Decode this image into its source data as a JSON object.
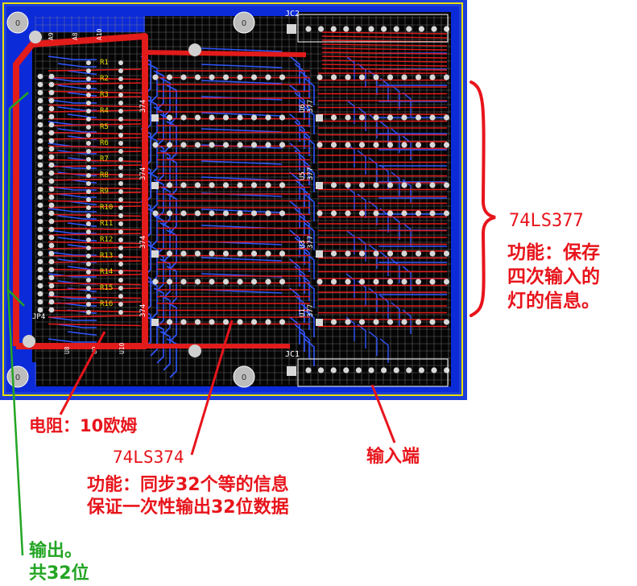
{
  "labels": {
    "jc2": "JC2",
    "jc1": "JC1",
    "corner_hole": "0",
    "chip_377": [
      "U6",
      "U5",
      "U3",
      "U1"
    ],
    "chip_374": [
      "374",
      "374",
      "374",
      "374"
    ],
    "chip_377_tag": "377",
    "resistors": [
      "R1",
      "R2",
      "R3",
      "R4",
      "R5",
      "R6",
      "R7",
      "R8",
      "R9",
      "R10",
      "R11",
      "R12",
      "R13",
      "R14",
      "R15",
      "R16"
    ],
    "output_header": "JP4",
    "top_pins": [
      "A9",
      "A8",
      "A10"
    ],
    "bottom_pins": [
      "U8",
      "U9",
      "U10"
    ]
  },
  "annotations": {
    "ls377_title": "74LS377",
    "ls377_line1": "功能：保存",
    "ls377_line2": "四次输入的",
    "ls377_line3": "灯的信息。",
    "resistor": "电阻：10欧姆",
    "ls374_title": "74LS374",
    "ls374_line1": "功能：同步32个等的信息",
    "ls374_line2": "保证一次性输出32位数据",
    "input": "输入端",
    "output_line1": "输出。",
    "output_line2": "共32位"
  },
  "colors": {
    "board_border": "#1f3fd9",
    "copper_fill": "#0b2ad8",
    "board_black": "#050505",
    "keepout_yellow": "#e8e000",
    "grid": "#8a8a8a",
    "trace_red": "#e21b1b",
    "trace_blue": "#2f56ff",
    "pad": "#d8d8d8",
    "annotation_red": "#e8141b",
    "annotation_green": "#23a524"
  }
}
